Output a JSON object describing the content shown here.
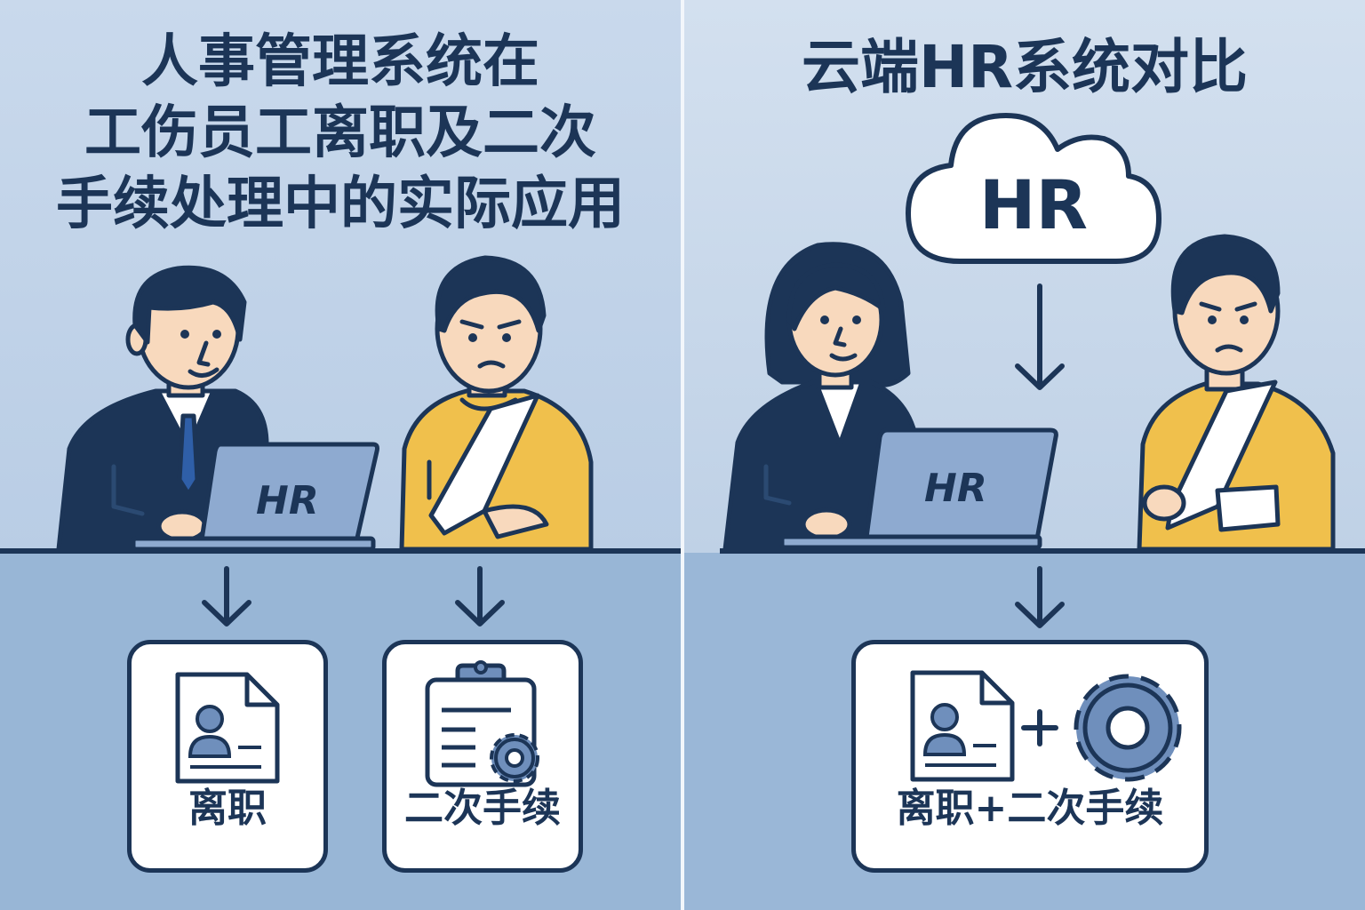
{
  "left_panel": {
    "title_lines": [
      "人事管理系统在",
      "工伤员工离职及二次",
      "手续处理中的实际应用"
    ],
    "laptop_label": "HR",
    "cards": [
      {
        "label": "离职",
        "icon": "resume-document-icon"
      },
      {
        "label": "二次手续",
        "icon": "clipboard-gear-icon"
      }
    ]
  },
  "right_panel": {
    "title": "云端HR系统对比",
    "cloud_label": "HR",
    "laptop_label": "HR",
    "card": {
      "label": "离职+二次手续",
      "icons": [
        "resume-document-icon",
        "plus-icon",
        "gear-icon"
      ]
    }
  },
  "colors": {
    "navy": "#1c3557",
    "sky": "#c3d5ea",
    "steel": "#98b6d6",
    "shirt_yellow": "#f0c04c",
    "skin": "#f8d9bd",
    "icon_blue": "#6f8fbc",
    "card_white": "#ffffff"
  }
}
